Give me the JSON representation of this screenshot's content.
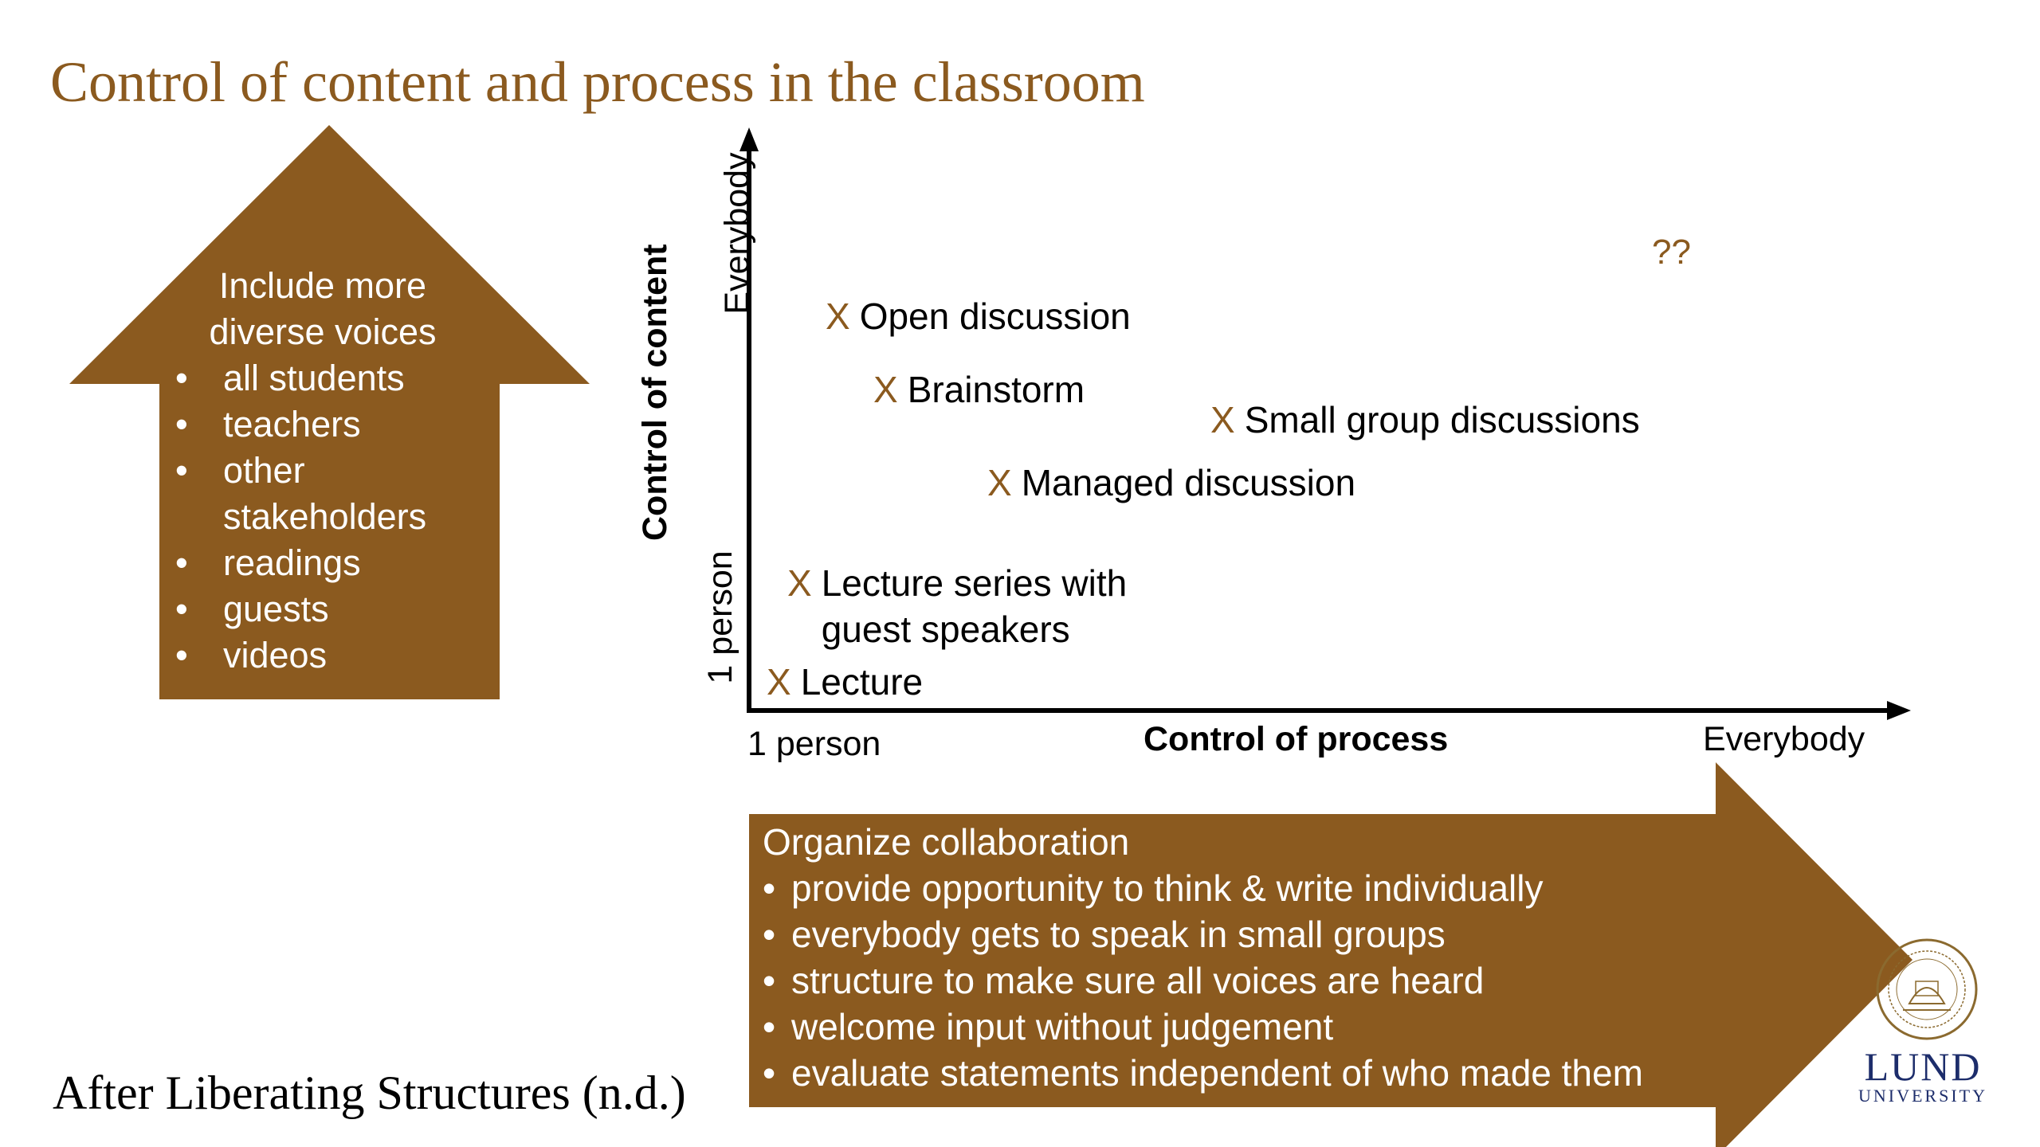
{
  "title": "Control of content and process in the classroom",
  "colors": {
    "accent": "#8b5a1f",
    "text": "#000000",
    "arrow_text": "#ffffff"
  },
  "up_arrow": {
    "heading_line1": "Include more",
    "heading_line2": "diverse voices",
    "items": [
      "all students",
      "teachers",
      "other stakeholders",
      "readings",
      "guests",
      "videos"
    ],
    "item3_line1": "other",
    "item3_line2": "stakeholders"
  },
  "chart_data": {
    "type": "scatter",
    "xlabel": "Control of process",
    "ylabel": "Control of content",
    "x_axis": {
      "min_label": "1 person",
      "max_label": "Everybody"
    },
    "y_axis": {
      "min_label": "1 person",
      "max_label": "Everybody"
    },
    "marker": "X",
    "points": [
      {
        "label": "Open discussion"
      },
      {
        "label": "Brainstorm"
      },
      {
        "label": "Small group discussions"
      },
      {
        "label": "Managed discussion"
      },
      {
        "label": "Lecture series with guest speakers",
        "line1": "Lecture series with",
        "line2": "guest speakers"
      },
      {
        "label": "Lecture"
      }
    ],
    "annotation": "??"
  },
  "right_arrow": {
    "heading": "Organize collaboration",
    "items": [
      "provide opportunity to think & write individually",
      "everybody gets to speak in small groups",
      "structure to make sure all voices are heard",
      "welcome input without judgement",
      "evaluate statements independent of who made them"
    ]
  },
  "citation": "After Liberating Structures (n.d.)",
  "logo": {
    "name": "Lund University",
    "word1": "LUND",
    "word2": "UNIVERSITY",
    "icon": "university-seal-icon"
  }
}
